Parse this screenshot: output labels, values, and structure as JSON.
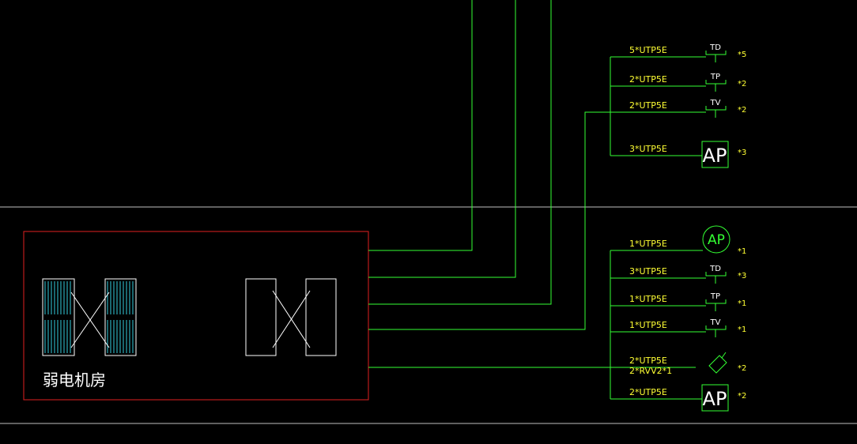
{
  "room": {
    "label": "弱电机房"
  },
  "upper_group": [
    {
      "cable": "5*UTP5E",
      "device": "TD",
      "qty": "*5",
      "kind": "outlet"
    },
    {
      "cable": "2*UTP5E",
      "device": "TP",
      "qty": "*2",
      "kind": "outlet"
    },
    {
      "cable": "2*UTP5E",
      "device": "TV",
      "qty": "*2",
      "kind": "outlet"
    },
    {
      "cable": "3*UTP5E",
      "device": "AP",
      "qty": "*3",
      "kind": "ap-box"
    }
  ],
  "lower_group": [
    {
      "cable": "1*UTP5E",
      "device": "AP",
      "qty": "*1",
      "kind": "ap-circle"
    },
    {
      "cable": "3*UTP5E",
      "device": "TD",
      "qty": "*3",
      "kind": "outlet"
    },
    {
      "cable": "1*UTP5E",
      "device": "TP",
      "qty": "*1",
      "kind": "outlet"
    },
    {
      "cable": "1*UTP5E",
      "device": "TV",
      "qty": "*1",
      "kind": "outlet"
    },
    {
      "cable": "2*UTP5E",
      "cable2": "2*RVV2*1",
      "device": "camera",
      "qty": "*2",
      "kind": "camera"
    },
    {
      "cable": "2*UTP5E",
      "device": "AP",
      "qty": "*2",
      "kind": "ap-box"
    }
  ],
  "colors": {
    "background": "#000000",
    "wire": "#33ff33",
    "text": "#ffff33",
    "frame": "#e02020",
    "rack": "#33ccdd"
  }
}
